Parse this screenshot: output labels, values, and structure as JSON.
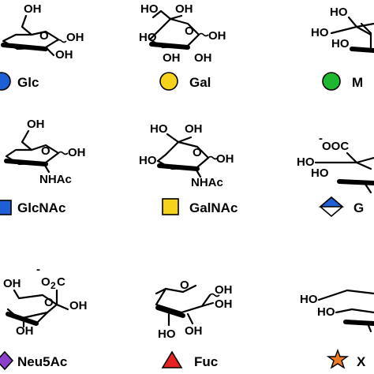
{
  "labels": {
    "glc": "Glc",
    "gal": "Gal",
    "man": "Man",
    "glcnac": "GlcNAc",
    "galnac": "GalNAc",
    "glca": "GlcA",
    "neu5ac": "Neu5Ac",
    "fuc": "Fuc",
    "xyl": "Xyl"
  },
  "atoms": {
    "oh": "OH",
    "ho": "HO",
    "o": "O",
    "nhac": "NHAc",
    "ooc": "OOC",
    "o2c": "O",
    "o2c_sub": "2",
    "o2c_c": "C",
    "minus": "-"
  },
  "colors": {
    "glc": "#1f5fd6",
    "gal": "#f5d31c",
    "man": "#1db82f",
    "glcnac": "#1f5fd6",
    "galnac": "#f5d31c",
    "glca": "#1f5fd6",
    "neu5ac": "#8b3fcb",
    "fuc": "#e8231f",
    "xyl": "#f07d24"
  },
  "symbols": {
    "glc": "blue-circle",
    "gal": "yellow-circle",
    "man": "green-circle",
    "glcnac": "blue-square",
    "galnac": "yellow-square",
    "glca": "blue-white-diamond",
    "neu5ac": "purple-diamond",
    "fuc": "red-triangle",
    "xyl": "orange-star"
  }
}
